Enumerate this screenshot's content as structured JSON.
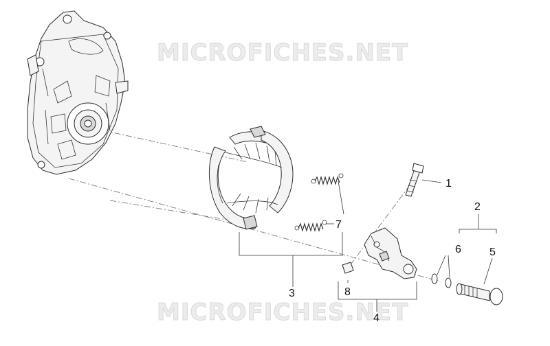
{
  "watermark": {
    "text_top": "MICROFICHES.NET",
    "text_bottom": "MICROFICHES.NET"
  },
  "callouts": {
    "c1": "1",
    "c2": "2",
    "c3": "3",
    "c4": "4",
    "c5": "5",
    "c6": "6",
    "c7": "7",
    "c8": "8"
  }
}
